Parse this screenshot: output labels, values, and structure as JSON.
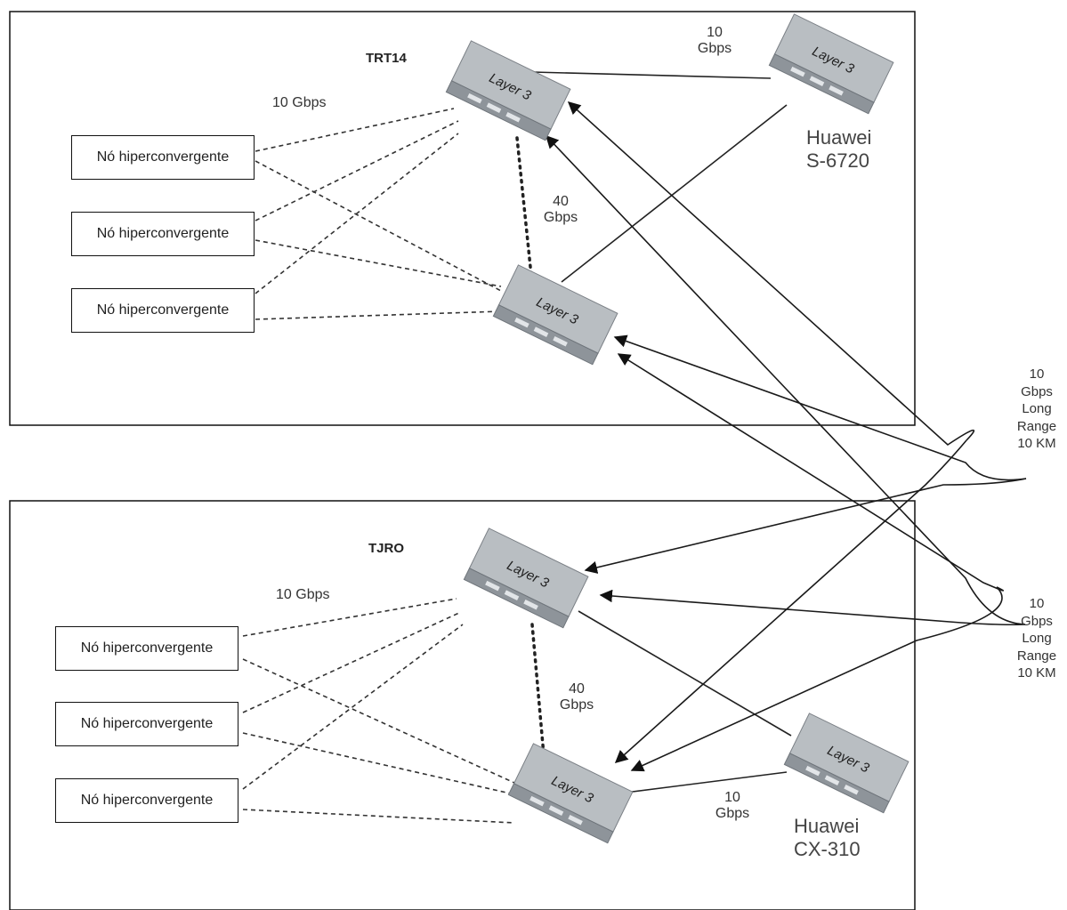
{
  "regions": [
    {
      "title": "TRT14",
      "node_label": "Nó hiperconvergente",
      "nodes": [
        "Nó hiperconvergente",
        "Nó hiperconvergente",
        "Nó hiperconvergente"
      ],
      "access_link_label": "10 Gbps",
      "core_link_label": "40 Gbps",
      "uplink_label": "10 Gbps",
      "vendor": "Huawei",
      "model": "S-6720",
      "switch_label": "Layer 3"
    },
    {
      "title": "TJRO",
      "node_label": "Nó hiperconvergente",
      "nodes": [
        "Nó hiperconvergente",
        "Nó hiperconvergente",
        "Nó hiperconvergente"
      ],
      "access_link_label": "10 Gbps",
      "core_link_label": "40 Gbps",
      "uplink_label": "10 Gbps",
      "vendor": "Huawei",
      "model": "CX-310",
      "switch_label": "Layer 3"
    }
  ],
  "long_range_links": [
    {
      "lines": [
        "10",
        "Gbps",
        "Long",
        "Range",
        "10 KM"
      ]
    },
    {
      "lines": [
        "10",
        "Gbps",
        "Long",
        "Range",
        "10 KM"
      ]
    }
  ],
  "colors": {
    "border": "#111111",
    "line": "#222222",
    "switch_top": "#b9bec2",
    "switch_front": "#8e949a",
    "switch_side": "#6f757b"
  }
}
